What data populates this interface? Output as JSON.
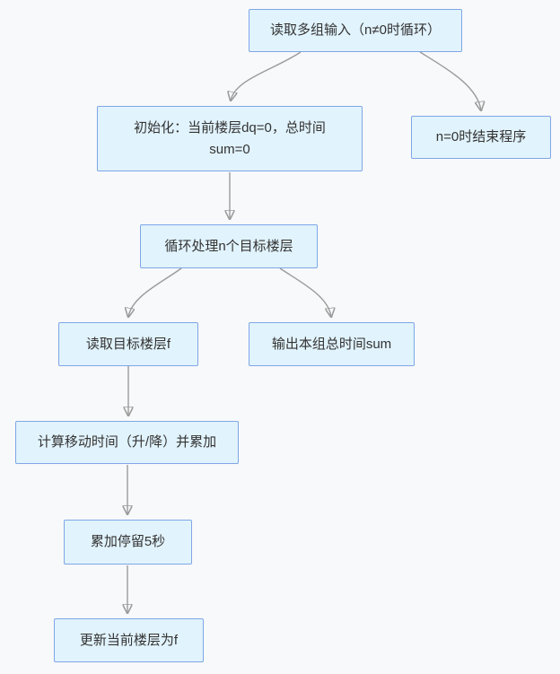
{
  "diagram": {
    "type": "flowchart",
    "colors": {
      "background": "#f8f9fa",
      "node_fill": "#e1f3fc",
      "node_border": "#7ea6e8",
      "edge_stroke": "#9b9b9b",
      "arrowhead_fill": "#8b8b8b",
      "text": "#333333"
    },
    "nodes": [
      {
        "id": "read-input",
        "label": "读取多组输入（n≠0时循环）"
      },
      {
        "id": "init",
        "label": "初始化：当前楼层dq=0，总时间\nsum=0"
      },
      {
        "id": "end-program",
        "label": "n=0时结束程序"
      },
      {
        "id": "loop-floors",
        "label": "循环处理n个目标楼层"
      },
      {
        "id": "read-target-floor",
        "label": "读取目标楼层f"
      },
      {
        "id": "output-sum",
        "label": "输出本组总时间sum"
      },
      {
        "id": "calc-move-time",
        "label": "计算移动时间（升/降）并累加"
      },
      {
        "id": "stay-5s",
        "label": "累加停留5秒"
      },
      {
        "id": "update-floor",
        "label": "更新当前楼层为f"
      }
    ],
    "edges": [
      {
        "from": "read-input",
        "to": "init"
      },
      {
        "from": "read-input",
        "to": "end-program"
      },
      {
        "from": "init",
        "to": "loop-floors"
      },
      {
        "from": "loop-floors",
        "to": "read-target-floor"
      },
      {
        "from": "loop-floors",
        "to": "output-sum"
      },
      {
        "from": "read-target-floor",
        "to": "calc-move-time"
      },
      {
        "from": "calc-move-time",
        "to": "stay-5s"
      },
      {
        "from": "stay-5s",
        "to": "update-floor"
      }
    ]
  }
}
